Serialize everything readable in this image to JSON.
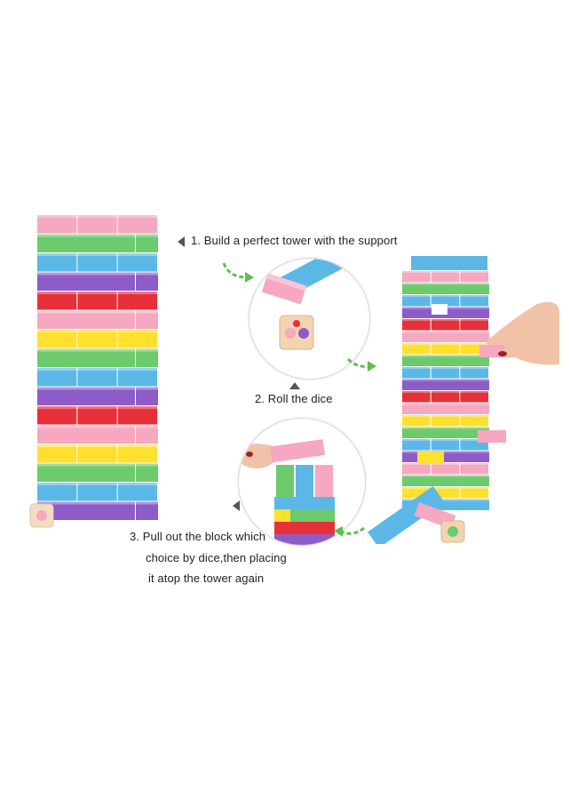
{
  "steps": [
    {
      "number": "1.",
      "text": "Build a perfect tower with the support"
    },
    {
      "number": "2.",
      "text": "Roll the dice"
    },
    {
      "number": "3.",
      "lines": [
        "Pull out the block which",
        "choice by dice,then placing",
        "it atop the tower again"
      ]
    }
  ],
  "block_colors": [
    "#f5a8c0",
    "#6ccb6c",
    "#5bb8e6",
    "#8e5cc9",
    "#e8303a",
    "#ffe02e",
    "#ffffff"
  ],
  "arrow_color": "#5cbf4a",
  "icons": [
    "left-triangle-icon",
    "up-triangle-icon",
    "green-curved-arrow-icon"
  ]
}
